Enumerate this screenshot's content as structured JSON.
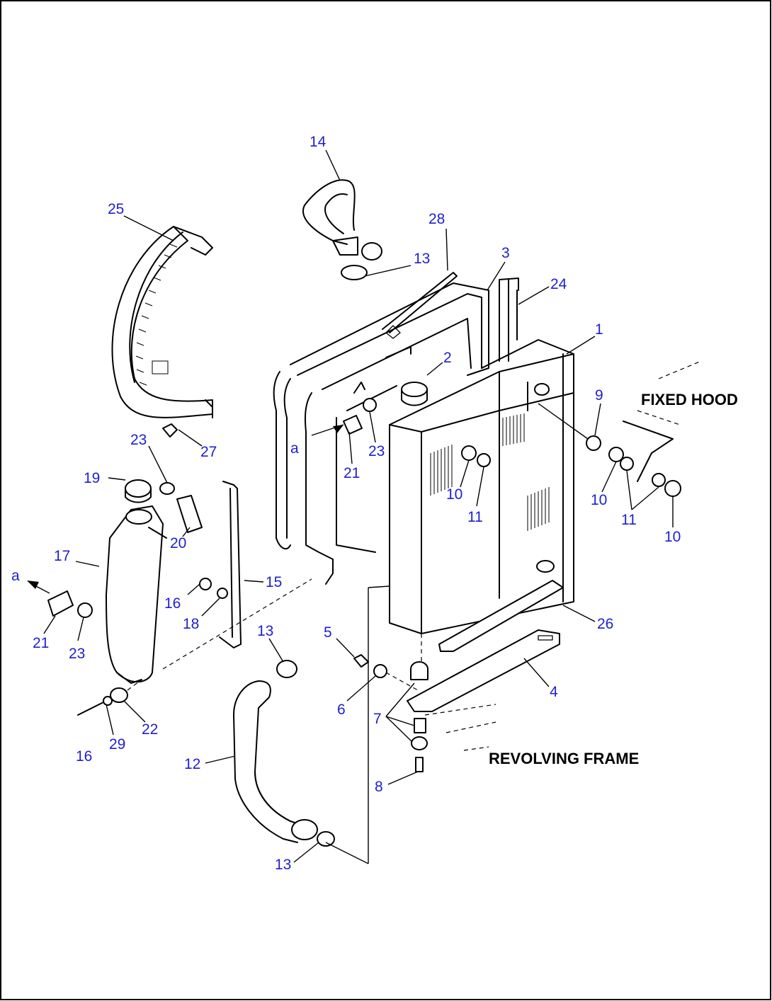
{
  "diagram": {
    "labels": {
      "fixed_hood": "FIXED HOOD",
      "revolving_frame": "REVOLVING FRAME"
    },
    "callouts": {
      "c14": "14",
      "c25": "25",
      "c28": "28",
      "c13_top": "13",
      "c3": "3",
      "c24": "24",
      "c1": "1",
      "c2": "2",
      "c9": "9",
      "a_mid": "a",
      "c23_mid": "23",
      "c21_mid": "21",
      "c10_mid": "10",
      "c11_mid": "11",
      "c10_right1": "10",
      "c11_right": "11",
      "c10_right2": "10",
      "c23_left": "23",
      "c27": "27",
      "c19": "19",
      "c20": "20",
      "c17": "17",
      "a_left": "a",
      "c15": "15",
      "c16_a": "16",
      "c18": "18",
      "c21_left": "21",
      "c23_low": "23",
      "c13_mid": "13",
      "c5": "5",
      "c26": "26",
      "c6": "6",
      "c4": "4",
      "c7": "7",
      "c16_b": "16",
      "c29": "29",
      "c22": "22",
      "c12": "12",
      "c8": "8",
      "c13_bottom": "13"
    }
  }
}
